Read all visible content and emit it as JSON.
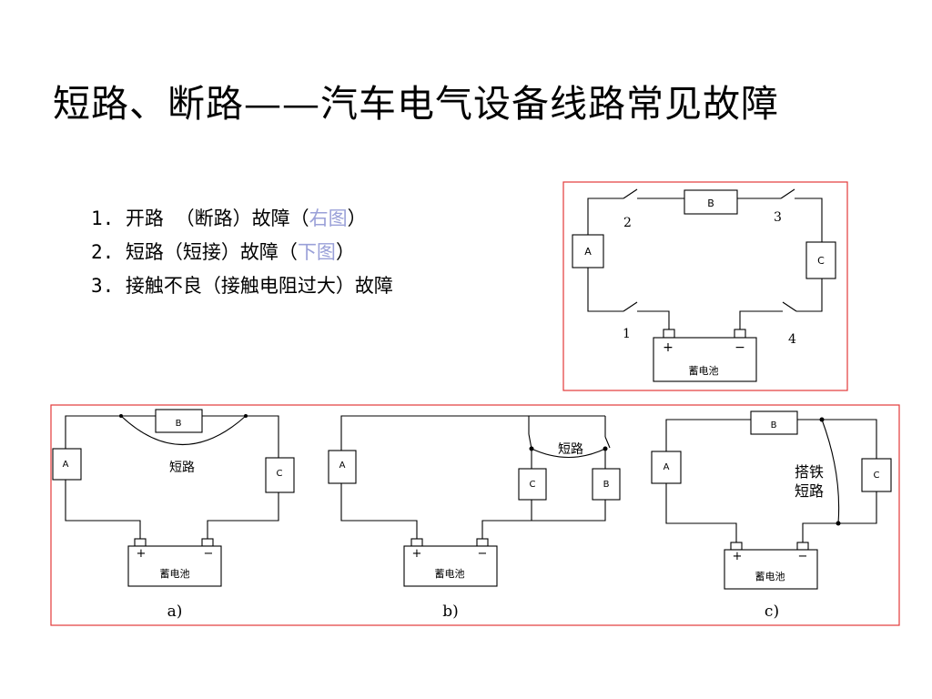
{
  "title": "短路、断路——汽车电气设备线路常见故障",
  "list": [
    {
      "text": "1. 开路 （断路）故障（",
      "link": "右图",
      "after": "）"
    },
    {
      "text": "2. 短路（短接）故障（",
      "link": "下图",
      "after": "）"
    },
    {
      "text": "3. 接触不良（接触电阻过大）故障",
      "link": "",
      "after": ""
    }
  ],
  "colors": {
    "frame": "#e23a3a",
    "link": "#9aa0d8"
  },
  "top_diagram": {
    "labels": {
      "a": "A",
      "b": "B",
      "c": "C",
      "s1": "1",
      "s2": "2",
      "s3": "3",
      "s4": "4",
      "plus": "+",
      "minus": "−",
      "battery": "蓄电池"
    }
  },
  "bottom_diagrams": {
    "a": {
      "comp_a": "A",
      "comp_b": "B",
      "comp_c": "C",
      "short": "短路",
      "plus": "+",
      "minus": "−",
      "battery": "蓄电池",
      "caption": "a)"
    },
    "b": {
      "comp_a": "A",
      "comp_b": "B",
      "comp_c": "C",
      "short": "短路",
      "plus": "+",
      "minus": "−",
      "battery": "蓄电池",
      "caption": "b)"
    },
    "c": {
      "comp_a": "A",
      "comp_b": "B",
      "comp_c": "C",
      "short_line1": "搭铁",
      "short_line2": "短路",
      "plus": "+",
      "minus": "−",
      "battery": "蓄电池",
      "caption": "c)"
    }
  }
}
